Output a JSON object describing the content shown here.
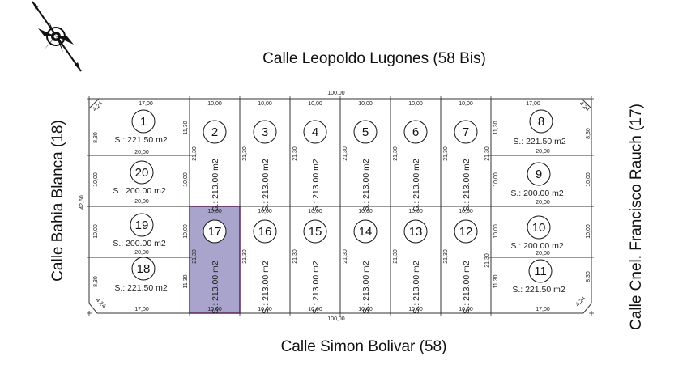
{
  "streets": {
    "north": "Calle Leopoldo Lugones (58 Bis)",
    "south": "Calle Simon Bolivar (58)",
    "west": "Calle Bahia Blanca (18)",
    "east": "Calle Cnel. Francisco Rauch (17)"
  },
  "dimensions": {
    "total_width_top": "100,00",
    "total_width_bottom": "100,00",
    "total_height_left": "42,60",
    "chamfer": "4,24"
  },
  "highlight_color": "#a8a4cc",
  "highlight_border": "#b000b0",
  "lots": {
    "l1": {
      "num": "1",
      "area": "S.: 221.50 m2",
      "top": "17,00",
      "side": "8,30",
      "bottom": "20,00"
    },
    "l2": {
      "num": "2",
      "area": "S.: 213.00 m2",
      "top": "10,00",
      "side": "11,30",
      "side2": "21,30"
    },
    "l3": {
      "num": "3",
      "area": "S.: 213.00 m2",
      "top": "10,00",
      "side": "21,30"
    },
    "l4": {
      "num": "4",
      "area": "S.: 213.00 m2",
      "top": "10,00",
      "side": "21,30"
    },
    "l5": {
      "num": "5",
      "area": "S.: 213.00 m2",
      "top": "10,00",
      "side": "21,30"
    },
    "l6": {
      "num": "6",
      "area": "S.: 213.00 m2",
      "top": "10,00",
      "side": "21,30"
    },
    "l7": {
      "num": "7",
      "area": "S.: 213.00 m2",
      "top": "10,00",
      "side": "21,30",
      "side2": "21,30"
    },
    "l8": {
      "num": "8",
      "area": "S.: 221.50 m2",
      "top": "17,00",
      "side": "8,30",
      "side2": "11,30",
      "bottom": "20,00"
    },
    "l9": {
      "num": "9",
      "area": "S.: 200.00 m2",
      "side": "10,00",
      "side2": "10,00",
      "bottom": "20,00"
    },
    "l10": {
      "num": "10",
      "area": "S.: 200.00 m2",
      "side": "10,00",
      "side2": "10,00",
      "bottom": "20,00"
    },
    "l11": {
      "num": "11",
      "area": "S.: 221.50 m2",
      "side": "8,30",
      "side2": "11,30",
      "bottom": "17,00"
    },
    "l12": {
      "num": "12",
      "area": "S.: 213.00 m2",
      "top": "10,00",
      "side": "21,30",
      "side2": "21,30",
      "bottom": "10,00"
    },
    "l13": {
      "num": "13",
      "area": "S.: 213.00 m2",
      "top": "10,00",
      "side": "21,30",
      "bottom": "10,00"
    },
    "l14": {
      "num": "14",
      "area": "S.: 213.00 m2",
      "top": "10,00",
      "side": "21,30",
      "bottom": "10,00"
    },
    "l15": {
      "num": "15",
      "area": "S.: 213.00 m2",
      "top": "10,00",
      "side": "21,30",
      "bottom": "10,00"
    },
    "l16": {
      "num": "16",
      "area": "S.: 213.00 m2",
      "top": "10,00",
      "side": "21,30",
      "bottom": "10,00"
    },
    "l17": {
      "num": "17",
      "area": "S.: 213.00 m2",
      "top": "10,00",
      "side": "21,30",
      "side2": "11,30",
      "bottom": "10,00"
    },
    "l18": {
      "num": "18",
      "area": "S.: 221.50 m2",
      "top": "20,00",
      "side": "8,30",
      "bottom": "17,00"
    },
    "l19": {
      "num": "19",
      "area": "S.: 200.00 m2",
      "top": "20,00",
      "side": "10,00",
      "side2": "10,00"
    },
    "l20": {
      "num": "20",
      "area": "S.: 200.00 m2",
      "top": "20,00",
      "side": "10,00",
      "side2": "10,00"
    }
  }
}
